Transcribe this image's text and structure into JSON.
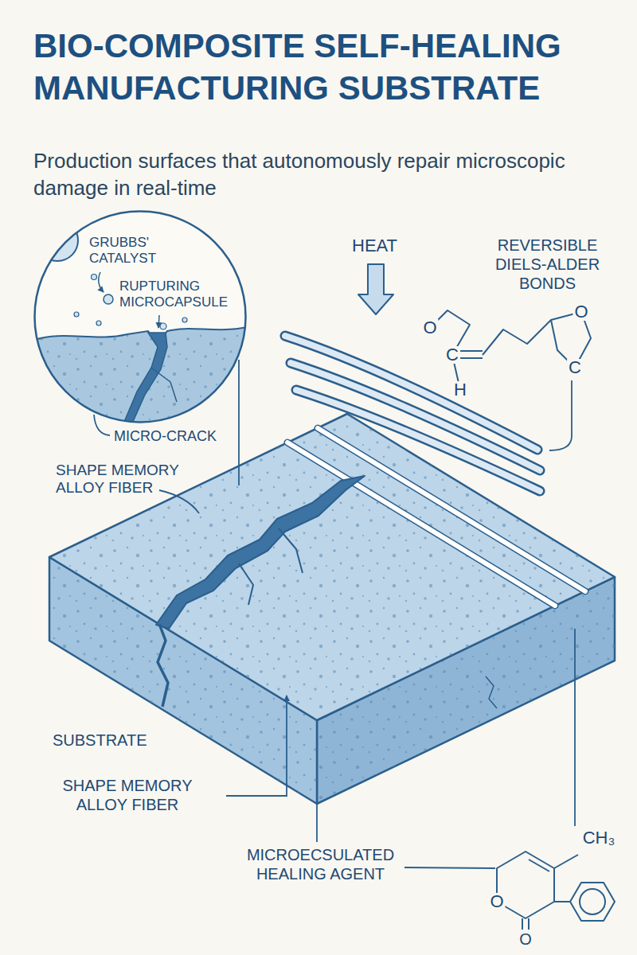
{
  "diagram": {
    "title": "BIO-COMPOSITE SELF-HEALING MANUFACTURING SUBSTRATE",
    "nodes": [
      {
        "text": [
          "GRUBBS' CATALYST",
          "RUPTURING MICROCAPSULE"
        ]
      }
    ],
    "labels": [
      "Production surfaces that autonomously repair microscopic damage in real-time",
      "HEAT",
      "REVERSIBLE DIELS-ALDER BONDS",
      "O",
      "C",
      "H",
      "O",
      "C",
      "MICRO-CRACK",
      "SHAPE MEMORY ALLOY FIBER",
      "SUBSTRATE",
      "SHAPE MEMORY ALLOY FIBER",
      "MICROECSULATED HEALING AGENT",
      "CH₃",
      "O",
      "O"
    ]
  }
}
